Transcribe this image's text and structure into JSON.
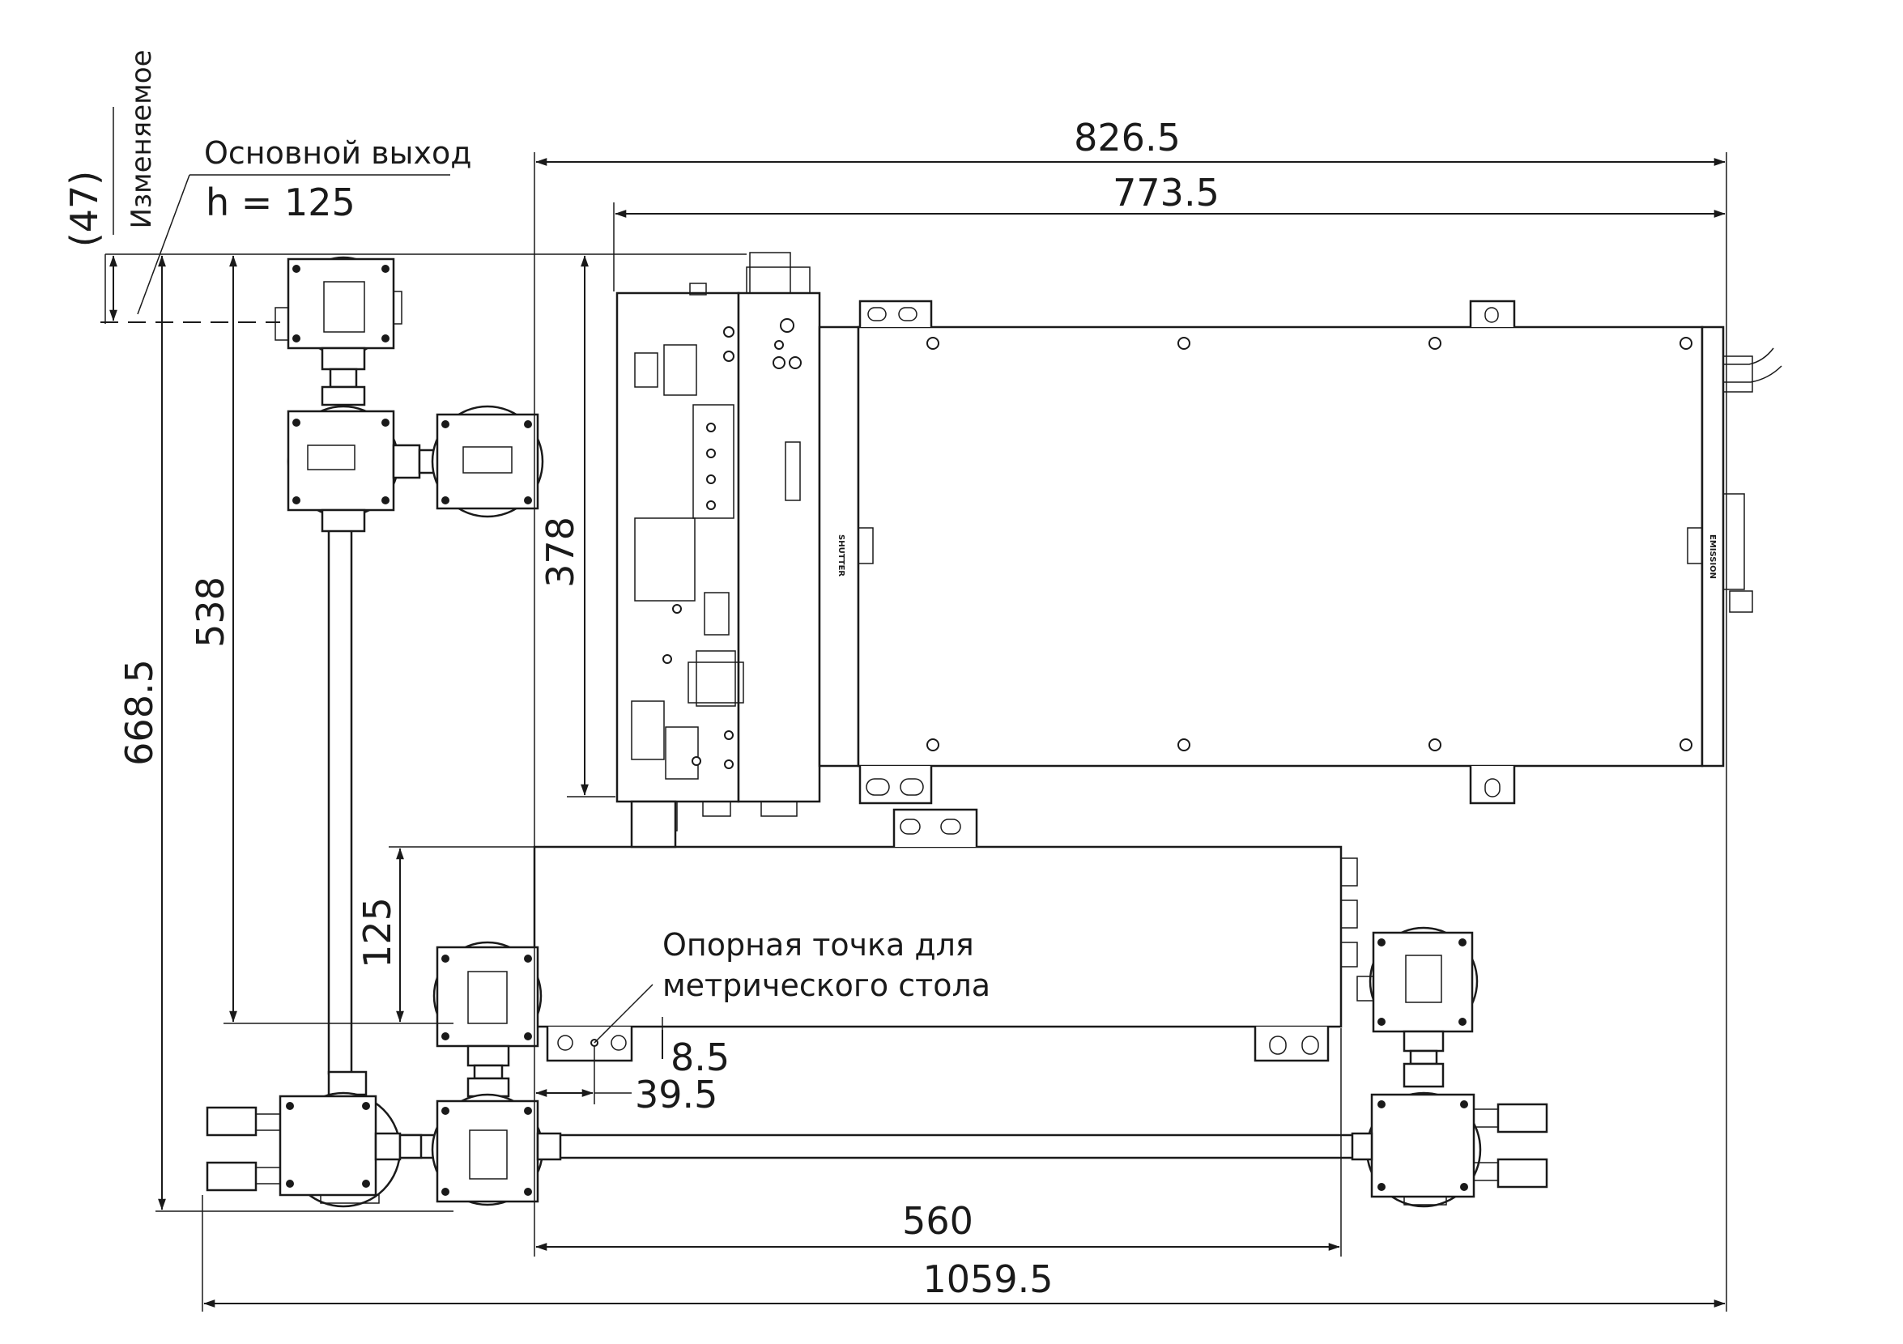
{
  "dimensions": {
    "overall_width": "826.5",
    "laser_width": "773.5",
    "laser_height": "378",
    "beam_path_height": "538",
    "overall_height": "668.5",
    "table_offset": "125",
    "ref_offset_small": "8.5",
    "ref_offset_x": "39.5",
    "bottom_span": "560",
    "total_width": "1059.5",
    "adjustable_offset": "(47)"
  },
  "labels": {
    "adjustable": "Изменяемое",
    "main_output": "Основной выход",
    "main_output_height": "h = 125",
    "reference_point_line1": "Опорная точка для",
    "reference_point_line2": "метрического стола",
    "shutter_plate": "SHUTTER",
    "emission_plate": "EMISSION"
  },
  "colors": {
    "ink": "#1a1a1a",
    "background": "#ffffff"
  }
}
